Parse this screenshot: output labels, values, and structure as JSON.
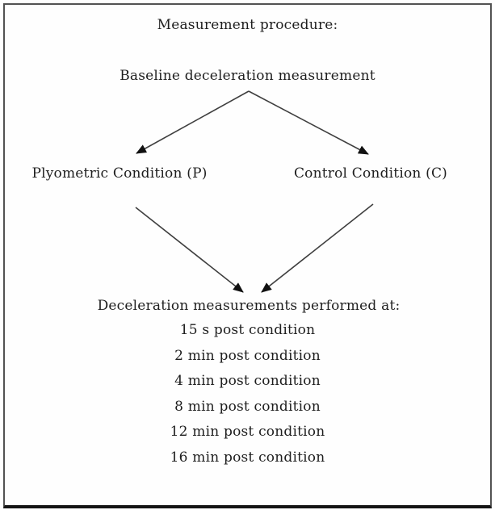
{
  "diagram": {
    "title": "Measurement procedure:",
    "nodes": {
      "baseline": "Baseline deceleration measurement",
      "plyometric": "Plyometric Condition (P)",
      "control": "Control Condition (C)",
      "post_header": "Deceleration measurements performed at:",
      "timepoints": [
        "15 s post condition",
        "2 min post condition",
        "4 min post condition",
        "8 min post condition",
        "12 min post condition",
        "16 min post condition"
      ]
    },
    "edges": [
      {
        "from": "baseline",
        "to": "plyometric"
      },
      {
        "from": "baseline",
        "to": "control"
      },
      {
        "from": "plyometric",
        "to": "post_header"
      },
      {
        "from": "control",
        "to": "post_header"
      }
    ],
    "colors": {
      "line": "#3f3f3f",
      "arrowhead": "#111111",
      "border": "#525252",
      "border_bottom": "#141414",
      "background": "#fefefe",
      "text": "#1e1e1e"
    }
  }
}
